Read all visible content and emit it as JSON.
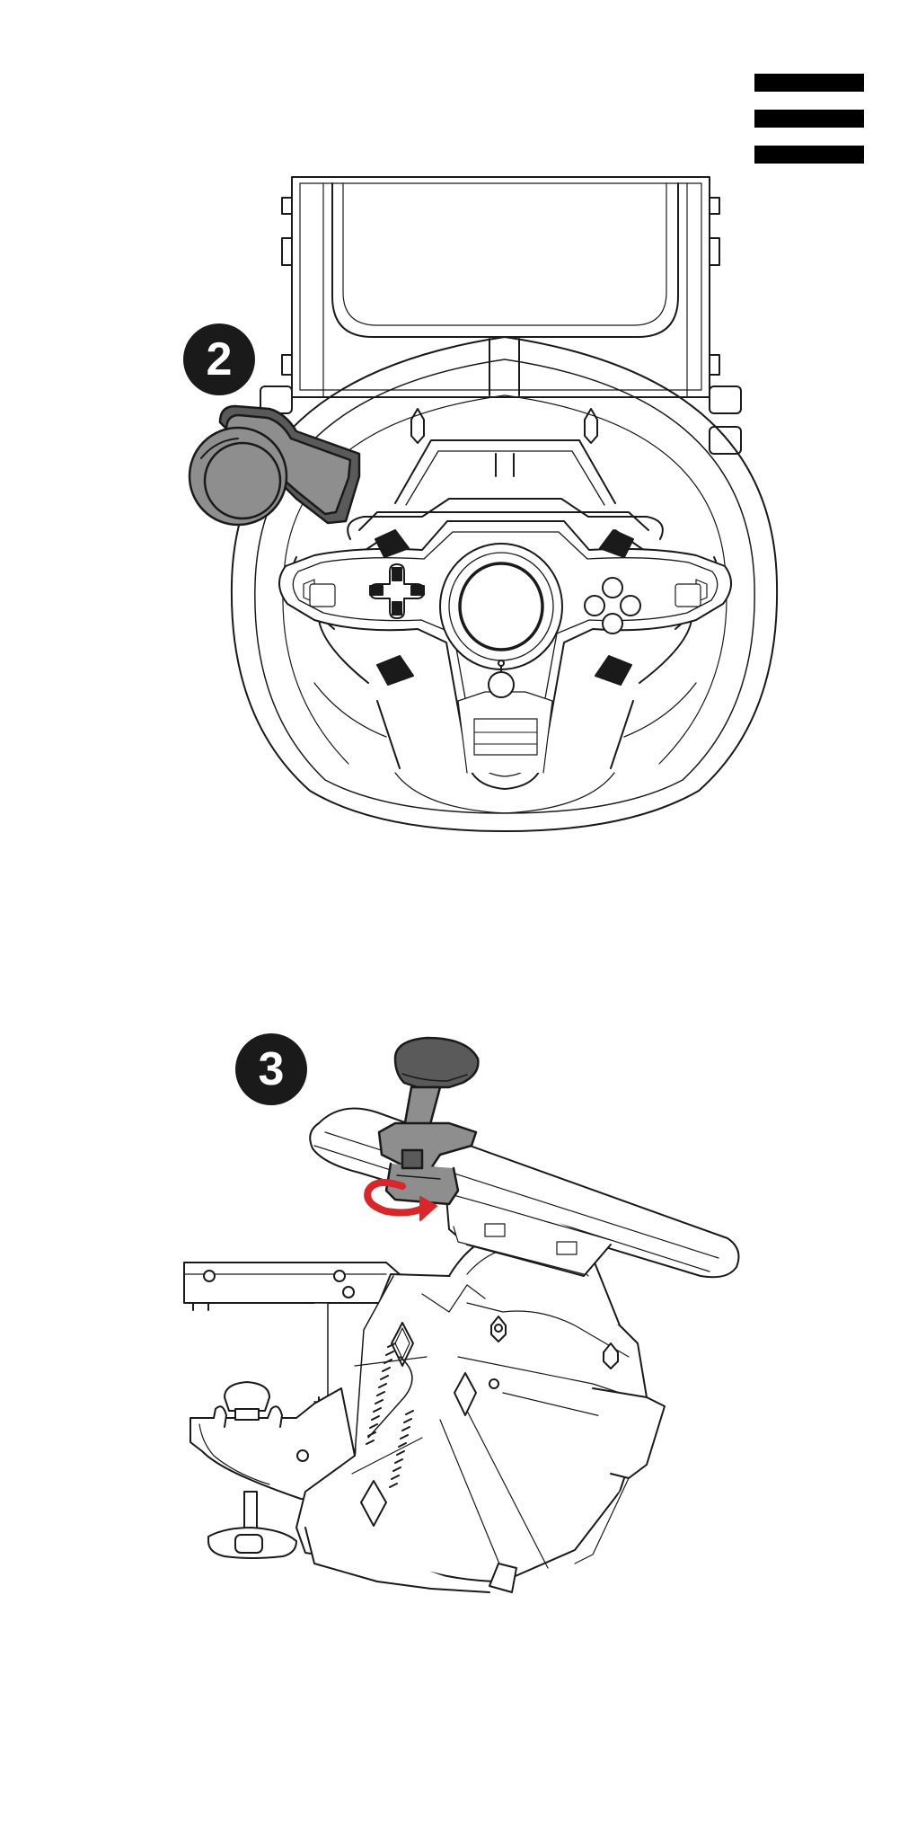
{
  "steps": [
    {
      "label": "2",
      "illustration": "wheel-front-view-clamp"
    },
    {
      "label": "3",
      "illustration": "wheel-side-view-clamp-tighten"
    }
  ],
  "menu": {
    "icon": "hamburger-menu-icon"
  },
  "colors": {
    "line": "#1a1a1a",
    "clamp_fill": "#8e8e8e",
    "clamp_dark": "#5a5a5a",
    "arrow": "#d8262a",
    "badge": "#1a1a1a",
    "background": "#ffffff"
  }
}
